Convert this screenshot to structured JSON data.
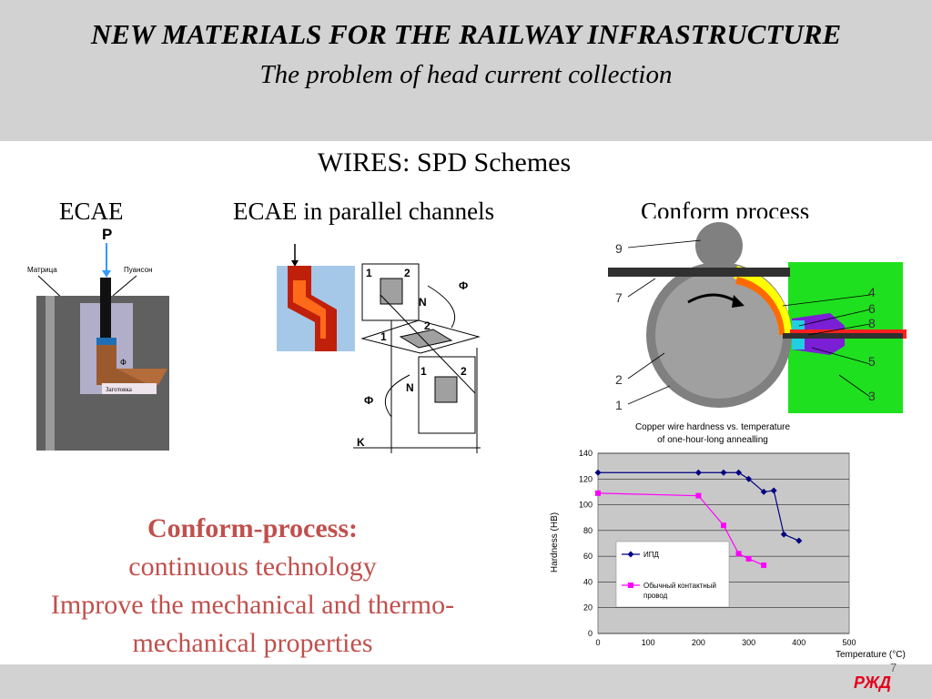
{
  "header": {
    "title": "NEW MATERIALS FOR THE RAILWAY INFRASTRUCTURE",
    "subtitle": "The problem of head current collection"
  },
  "section_title": "WIRES: SPD Schemes",
  "schemes": [
    {
      "label": "ECAE"
    },
    {
      "label": "ECAE in parallel channels"
    },
    {
      "label": "Conform process"
    }
  ],
  "ecae_figure": {
    "force_label": "P",
    "die_label": "Матрица",
    "punch_label": "Пуансон",
    "billet_label": "Заготовка",
    "angle_label": "Ф"
  },
  "parallel_figure": {
    "labels": [
      "1",
      "2",
      "Ф",
      "N",
      "2",
      "1",
      "1",
      "2",
      "N",
      "Ф",
      "K"
    ]
  },
  "conform_figure": {
    "labels": [
      "9",
      "7",
      "2",
      "1",
      "4",
      "6",
      "8",
      "5",
      "3"
    ]
  },
  "notes": {
    "heading": "Conform-process:",
    "line1": "continuous technology",
    "line2": "Improve the mechanical and thermo-",
    "line3": "mechanical properties"
  },
  "chart_data": {
    "type": "line",
    "title": "Copper wire hardness vs. temperature of one-hour-long annealling",
    "title_lines": [
      "Copper wire hardness vs. temperature",
      "of one-hour-long annealling"
    ],
    "xlabel": "Temperature (°C)",
    "ylabel": "Hardness (HB)",
    "xlim": [
      0,
      500
    ],
    "ylim": [
      0,
      140
    ],
    "xticks": [
      0,
      100,
      200,
      300,
      400,
      500
    ],
    "yticks": [
      0,
      20,
      40,
      60,
      80,
      100,
      120,
      140
    ],
    "grid": true,
    "legend": "center",
    "series": [
      {
        "name": "ИПД",
        "color": "#000080",
        "marker": "diamond",
        "x": [
          0,
          200,
          250,
          280,
          300,
          330,
          350,
          370,
          400
        ],
        "y": [
          125,
          125,
          125,
          125,
          120,
          110,
          111,
          77,
          72
        ]
      },
      {
        "name": "Обычный контактный провод",
        "color": "#ff00ff",
        "marker": "square",
        "x": [
          0,
          200,
          250,
          280,
          300,
          330
        ],
        "y": [
          109,
          107,
          84,
          62,
          58,
          53
        ]
      }
    ]
  },
  "footer": {
    "slide_number": "7",
    "logo_text": "РЖД"
  }
}
